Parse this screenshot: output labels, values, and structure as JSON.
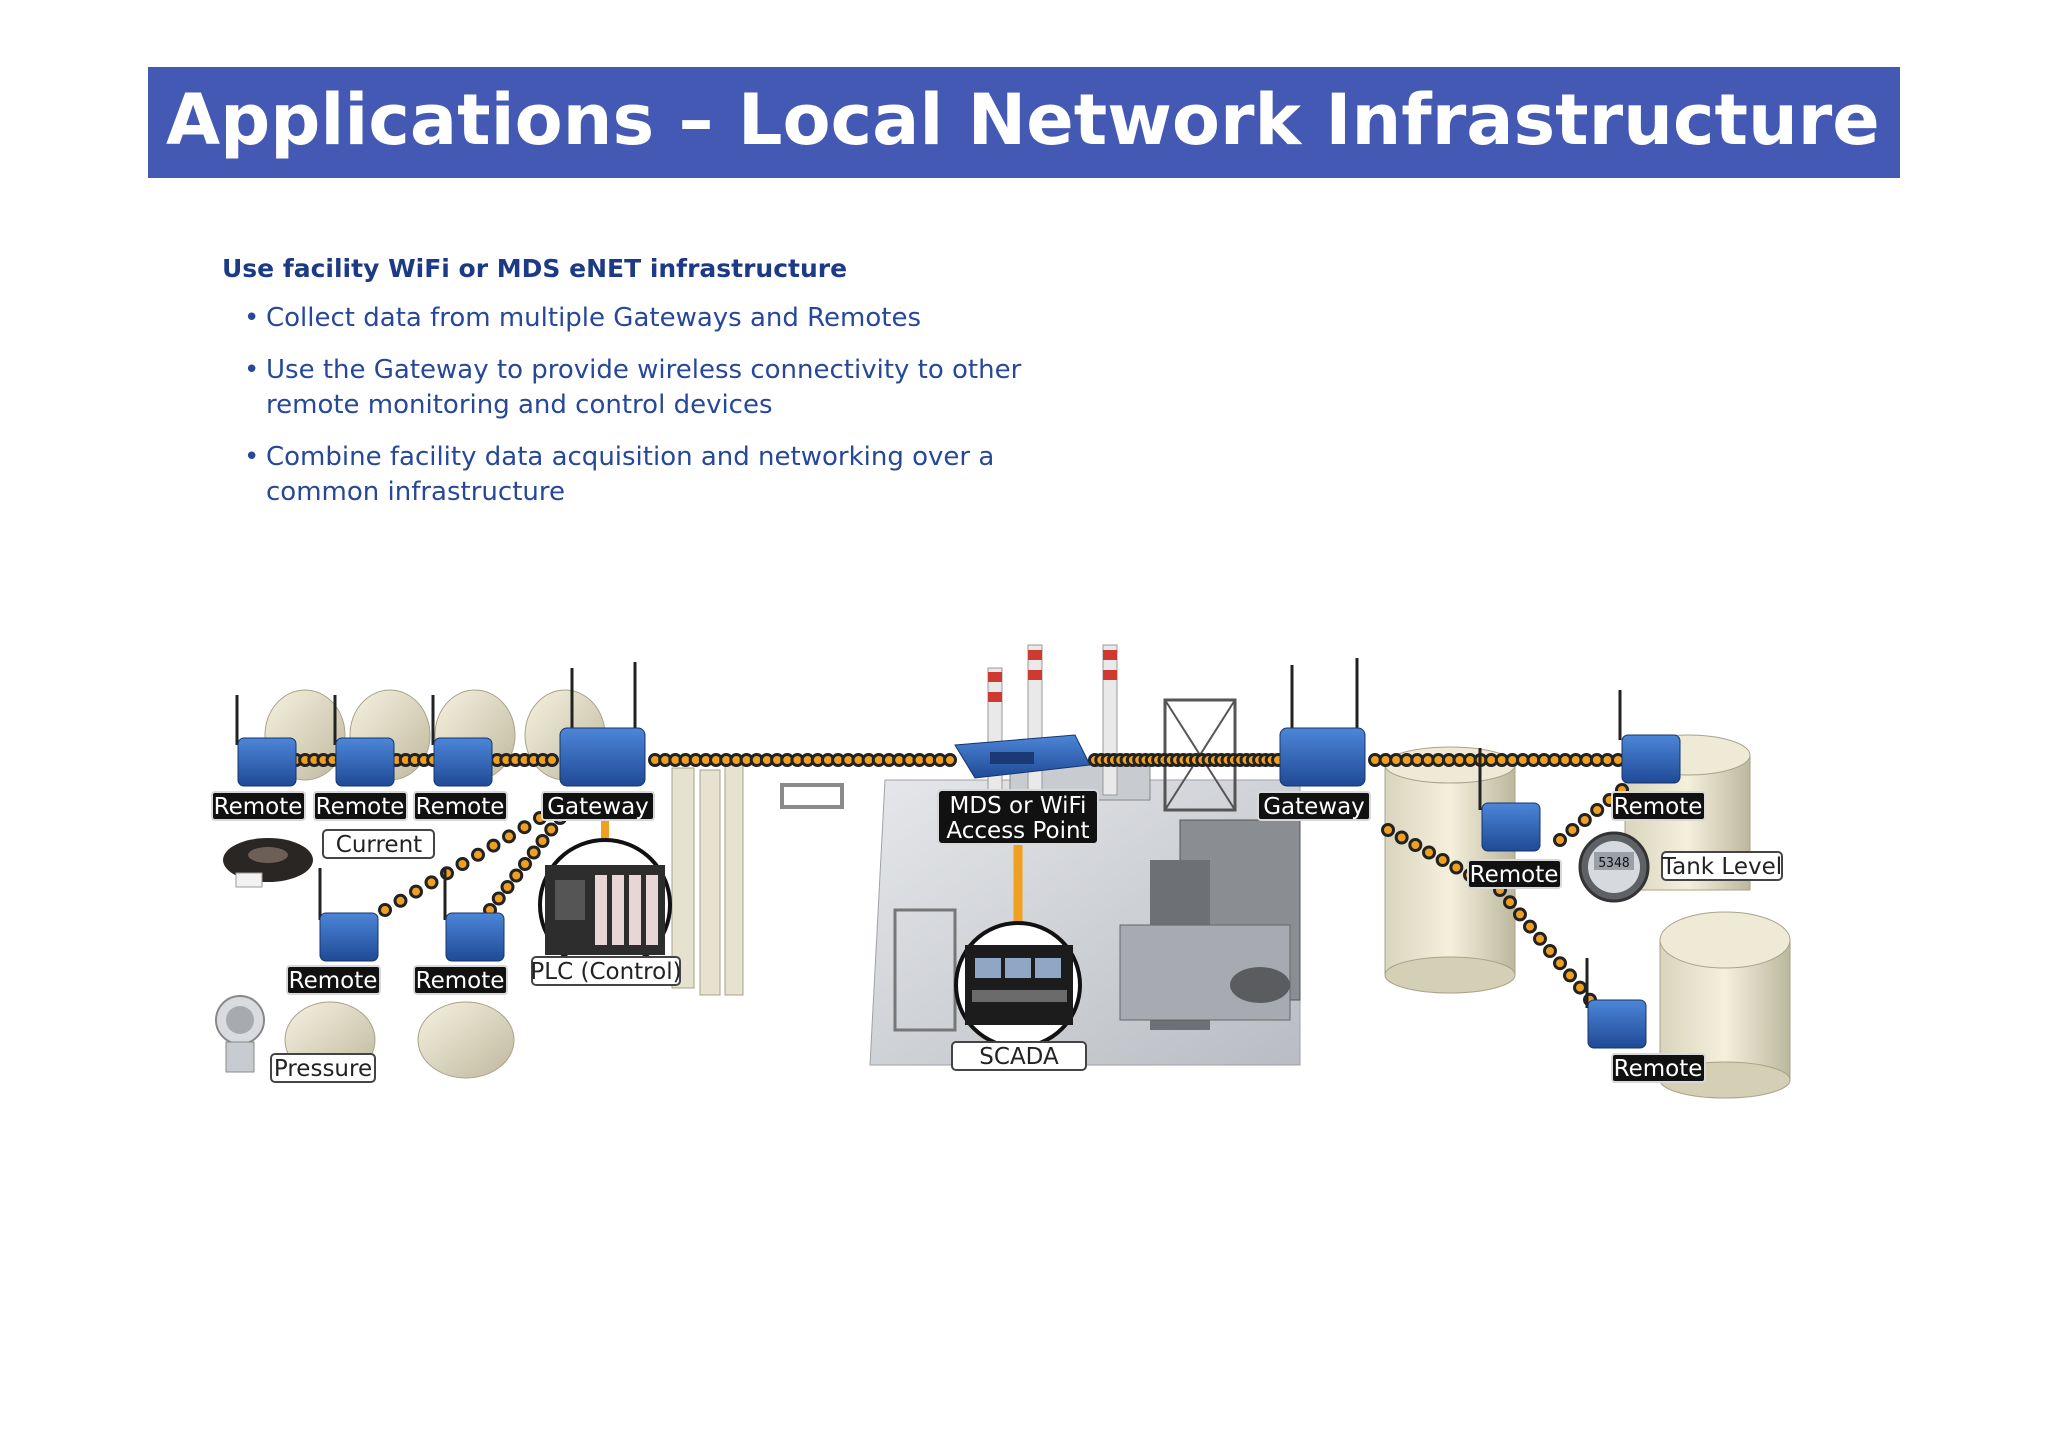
{
  "title": "Applications – Local Network Infrastructure",
  "subheading": "Use facility WiFi  or MDS eNET infrastructure",
  "bullets": [
    "Collect data from multiple Gateways and Remotes",
    "Use the Gateway to provide wireless connectivity to other remote monitoring and control devices",
    "Combine facility data acquisition and networking over a common infrastructure"
  ],
  "diagram": {
    "labels": {
      "remote": "Remote",
      "gateway": "Gateway",
      "current": "Current",
      "plc": "PLC (Control)",
      "pressure": "Pressure",
      "access_point_line1": "MDS or WiFi",
      "access_point_line2": "Access Point",
      "scada": "SCADA",
      "tank_level": "Tank Level",
      "meter_reading": "5348"
    },
    "colors": {
      "title_bar": "#4459b3",
      "device_blue": "#2f5fb3",
      "link_dots": "#f0a020",
      "link_vertical": "#f0a020"
    }
  }
}
